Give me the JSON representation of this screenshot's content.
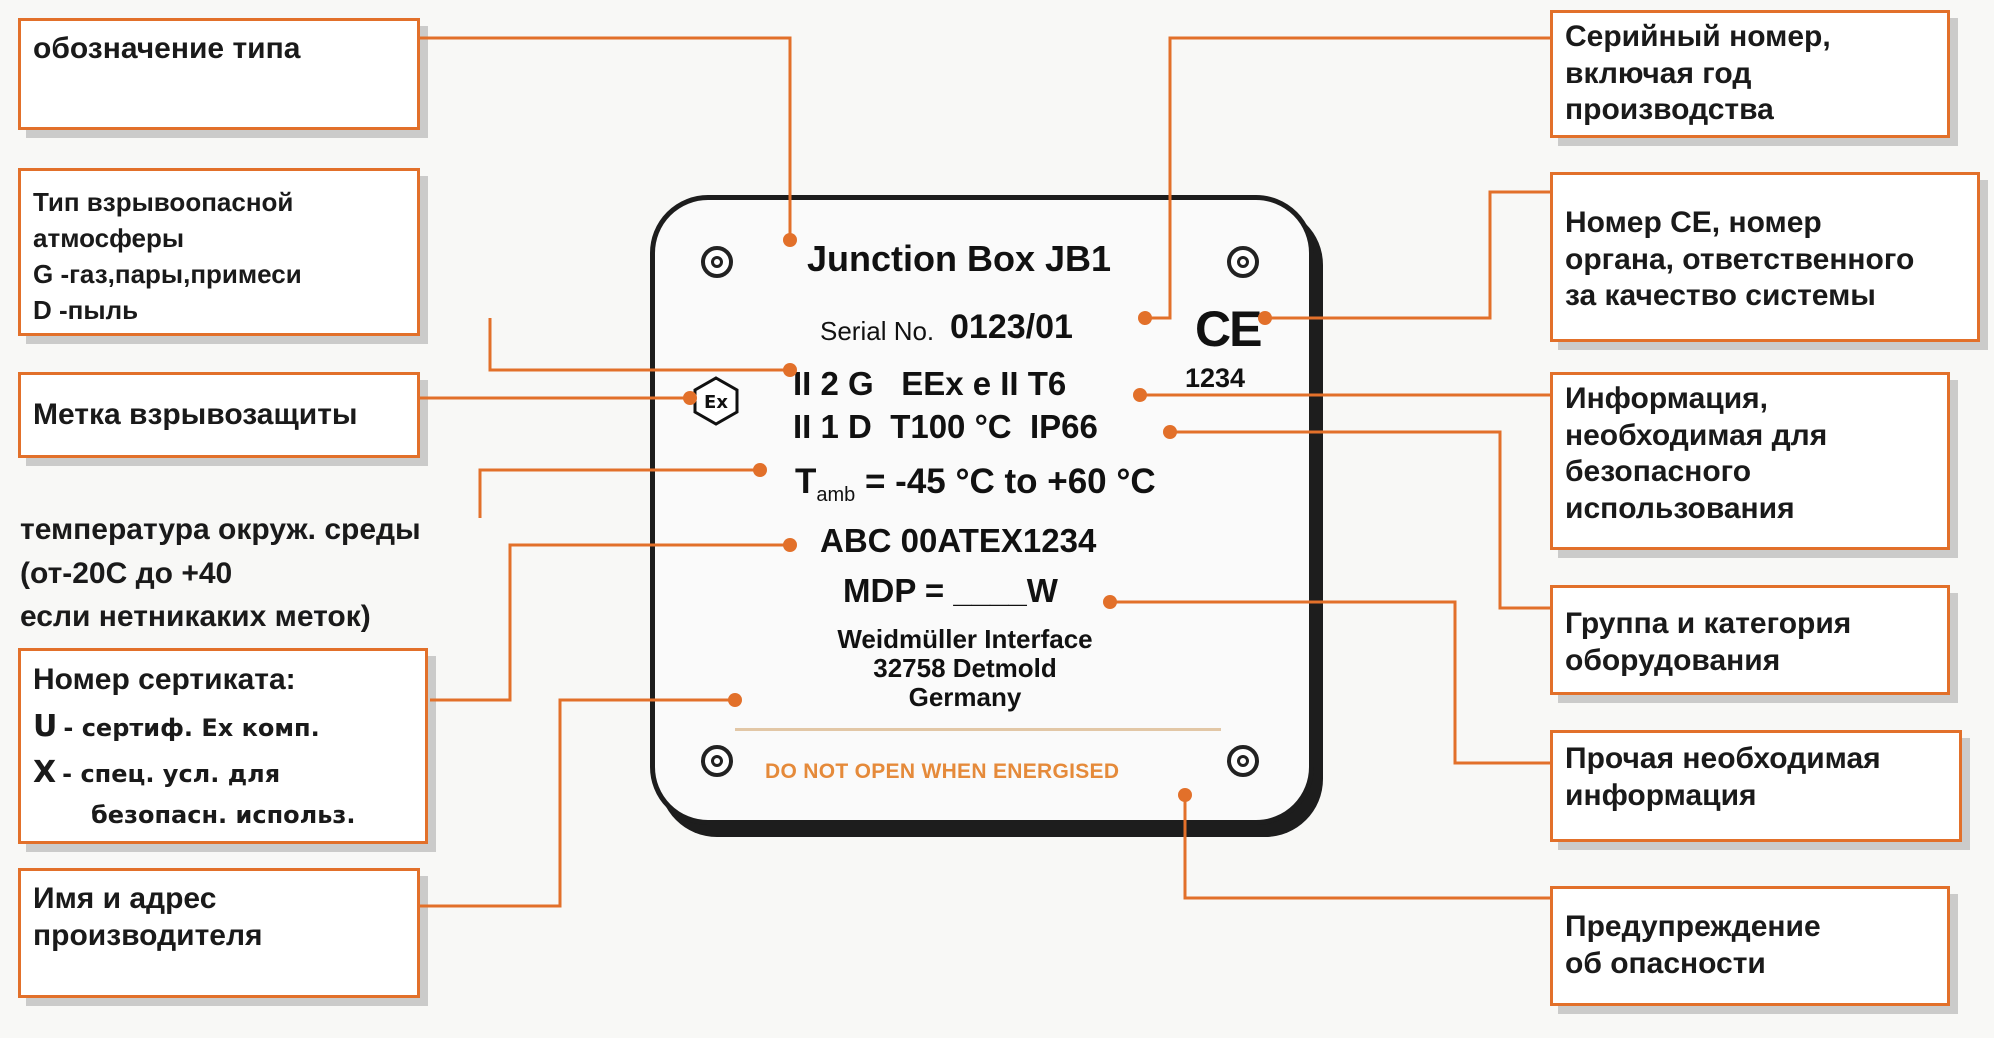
{
  "plate": {
    "title": "Junction Box JB1",
    "serial_label": "Serial No.",
    "serial_value": "0123/01",
    "ce_mark": "CE",
    "ce_number": "1234",
    "marking_line1": "II 2 G   EEx e II T6",
    "marking_line2": "II 1 D  T100 °C  IP66",
    "tamb_t": "T",
    "tamb_sub": "amb",
    "tamb_range": " = -45 °C to +60 °C",
    "certificate": "ABC 00ATEX1234",
    "mdp": "MDP = ____W",
    "maker_line1": "Weidmüller Interface",
    "maker_line2": "32758 Detmold",
    "maker_line3": "Germany",
    "warning": "DO NOT OPEN WHEN ENERGISED",
    "ex_symbol": "Ex"
  },
  "labels_left": {
    "type_designation": "обозначение типа",
    "atmosphere": [
      "Тип взрывоопасной",
      "атмосферы",
      "G -газ,пары,примеси",
      "D -пыль"
    ],
    "ex_mark": "Метка взрывозащиты",
    "ambient_temp": [
      "температура окруж. среды",
      "(от-20С до +40",
      "если нетникаких меток)"
    ],
    "certificate": {
      "heading": "Номер сертиката:",
      "u_key": "U",
      "u_text": "- сертиф. Ex комп.",
      "x_key": "X",
      "x_text": "- спец. усл. для",
      "x_text2": "безопасн. использ."
    },
    "manufacturer": [
      "Имя и адрес",
      "производителя"
    ]
  },
  "labels_right": {
    "serial": [
      "Серийный номер,",
      "включая год",
      "производства"
    ],
    "ce": [
      "Номер CE, номер",
      "органа, ответственного",
      "за качество системы"
    ],
    "safety_info": [
      "Информация,",
      "необходимая для",
      "безопасного",
      "использования"
    ],
    "equipment_group": [
      "Группа и категория",
      "оборудования"
    ],
    "other_info": [
      "Прочая необходимая",
      "информация"
    ],
    "warning": [
      "Предупреждение",
      "об опасности"
    ]
  },
  "colors": {
    "accent": "#e2702a",
    "plate_border": "#1d1d1d",
    "warning_text": "#e58a3a"
  },
  "icons": {
    "screw": "screw-icon",
    "ex": "ex-protection-icon",
    "ce": "ce-mark"
  }
}
